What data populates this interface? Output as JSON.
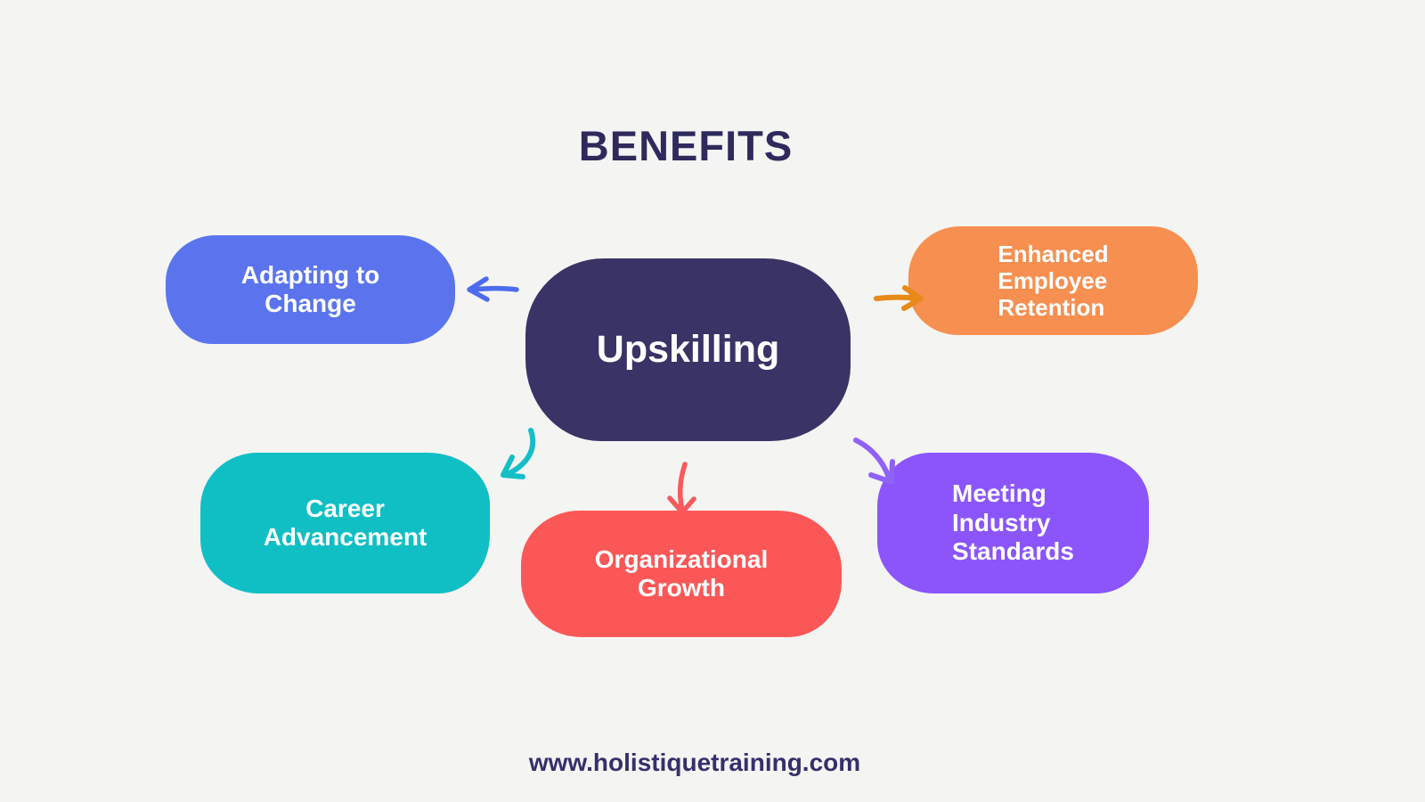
{
  "title": "BENEFITS",
  "center": {
    "label": "Upskilling"
  },
  "nodes": [
    {
      "id": "adapting-to-change",
      "lines": [
        "Adapting to",
        "Change"
      ],
      "color": "blue"
    },
    {
      "id": "enhanced-employee-retention",
      "lines": [
        "Enhanced",
        "Employee",
        "Retention"
      ],
      "color": "orange"
    },
    {
      "id": "career-advancement",
      "lines": [
        "Career",
        "Advancement"
      ],
      "color": "teal"
    },
    {
      "id": "organizational-growth",
      "lines": [
        "Organizational",
        "Growth"
      ],
      "color": "red"
    },
    {
      "id": "meeting-industry-standards",
      "lines": [
        "Meeting",
        "Industry",
        "Standards"
      ],
      "color": "purple"
    }
  ],
  "footer": {
    "url": "www.holistiquetraining.com"
  },
  "colors": {
    "background": "#f4f4f2",
    "title_text": "#2e2a5c",
    "footer_text": "#35306b",
    "blob_text": "#ffffff",
    "navy": "#393366",
    "blue": "#5b74ee",
    "orange": "#f78f50",
    "teal": "#10bfc4",
    "red": "#fc5757",
    "purple": "#8b55fb",
    "blue_arrow": "#4d6ced",
    "orange_arrow": "#e78a19",
    "teal_arrow": "#14bec6",
    "red_arrow": "#fb5a5d",
    "purple_arrow": "#9061f9"
  }
}
